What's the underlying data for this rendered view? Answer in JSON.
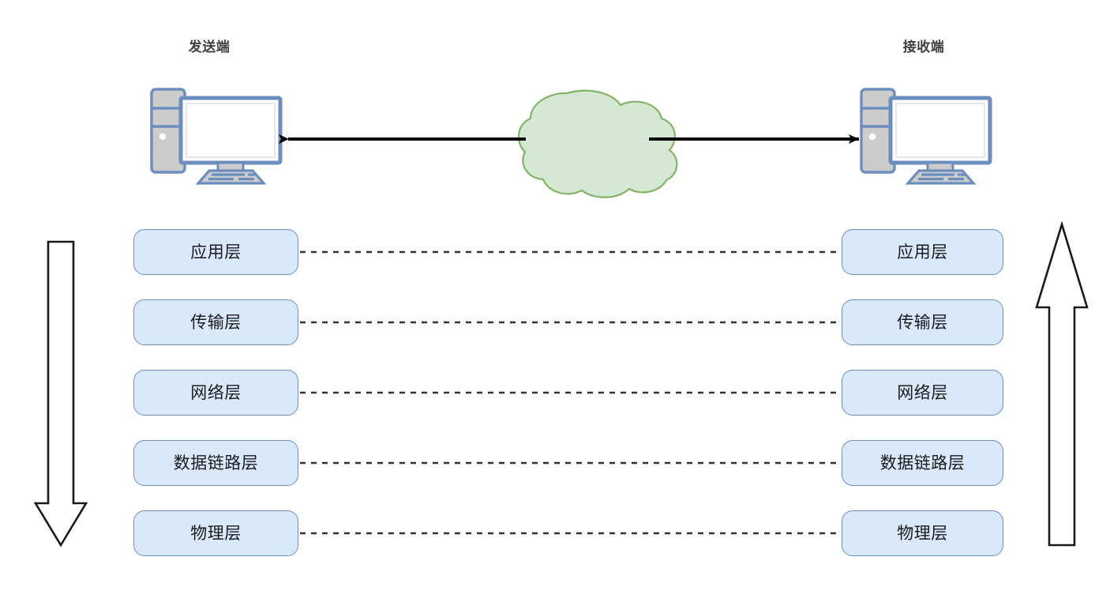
{
  "diagram": {
    "title_visible": false,
    "background": "#ffffff",
    "endpoints": [
      {
        "id": "sender",
        "label": "发送端",
        "icon": "desktop-computer-icon"
      },
      {
        "id": "receiver",
        "label": "接收端",
        "icon": "desktop-computer-icon"
      }
    ],
    "network": {
      "icon": "cloud-icon",
      "label": "",
      "fill": "#d5e8d4",
      "stroke": "#82b366"
    },
    "link": {
      "style": "solid",
      "color": "#000000",
      "arrow_left": true,
      "arrow_right": true
    },
    "stack": {
      "layers": [
        {
          "index": 1,
          "left_label": "应用层",
          "right_label": "应用层",
          "connector": "dashed"
        },
        {
          "index": 2,
          "left_label": "传输层",
          "right_label": "传输层",
          "connector": "dashed"
        },
        {
          "index": 3,
          "left_label": "网络层",
          "right_label": "网络层",
          "connector": "dashed"
        },
        {
          "index": 4,
          "left_label": "数据链路层",
          "right_label": "数据链路层",
          "connector": "dashed"
        },
        {
          "index": 5,
          "left_label": "物理层",
          "right_label": "物理层",
          "connector": "dashed"
        }
      ],
      "box_fill": "#dae8fc",
      "box_stroke": "#6c8ebf"
    },
    "flow_arrows": [
      {
        "id": "encapsulation-arrow",
        "direction": "down",
        "side": "left",
        "fill": "#ffffff",
        "stroke": "#000000"
      },
      {
        "id": "decapsulation-arrow",
        "direction": "up",
        "side": "right",
        "fill": "#ffffff",
        "stroke": "#000000"
      }
    ],
    "colors": {
      "computer_body": "#cccccc",
      "computer_stroke": "#6c8ebf",
      "screen": "#ffffff",
      "text": "#1a1a1a",
      "title_text": "#404040"
    }
  }
}
